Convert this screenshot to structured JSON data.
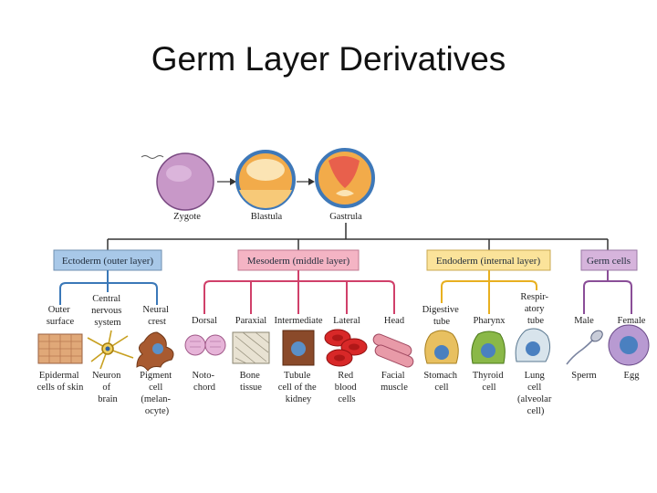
{
  "title": "Germ Layer Derivatives",
  "stages": [
    "Zygote",
    "Blastula",
    "Gastrula"
  ],
  "layers": {
    "ectoderm": "Ectoderm (outer layer)",
    "mesoderm": "Mesoderm (middle layer)",
    "endoderm": "Endoderm (internal layer)",
    "germ": "Germ cells"
  },
  "branches": {
    "outer_surface": [
      "Outer",
      "surface"
    ],
    "cns": [
      "Central",
      "nervous",
      "system"
    ],
    "neural_crest": [
      "Neural",
      "crest"
    ],
    "dorsal": [
      "Dorsal"
    ],
    "paraxial": [
      "Paraxial"
    ],
    "intermediate": [
      "Intermediate"
    ],
    "lateral": [
      "Lateral"
    ],
    "head": [
      "Head"
    ],
    "digestive": [
      "Digestive",
      "tube"
    ],
    "pharynx": [
      "Pharynx"
    ],
    "respiratory": [
      "Respir-",
      "atory",
      "tube"
    ],
    "male": [
      "Male"
    ],
    "female": [
      "Female"
    ]
  },
  "cells": {
    "epidermal": [
      "Epidermal",
      "cells of skin"
    ],
    "neuron": [
      "Neuron",
      "of",
      "brain"
    ],
    "pigment": [
      "Pigment",
      "cell",
      "(melan-",
      "ocyte)"
    ],
    "notochord": [
      "Noto-",
      "chord"
    ],
    "bone": [
      "Bone",
      "tissue"
    ],
    "tubule": [
      "Tubule",
      "cell of the",
      "kidney"
    ],
    "rbc": [
      "Red",
      "blood",
      "cells"
    ],
    "facial": [
      "Facial",
      "muscle"
    ],
    "stomach": [
      "Stomach",
      "cell"
    ],
    "thyroid": [
      "Thyroid",
      "cell"
    ],
    "lung": [
      "Lung",
      "cell",
      "(alveolar",
      "cell)"
    ],
    "sperm": [
      "Sperm"
    ],
    "egg": [
      "Egg"
    ]
  },
  "colors": {
    "ectoderm_box": "#a8c8e8",
    "ectoderm_line": "#3a78b8",
    "mesoderm_box": "#f4b4c4",
    "mesoderm_line": "#d0406a",
    "endoderm_box": "#fbe39a",
    "endoderm_line": "#e8b020",
    "germ_box": "#d6b4dc",
    "germ_line": "#8a4e98"
  }
}
